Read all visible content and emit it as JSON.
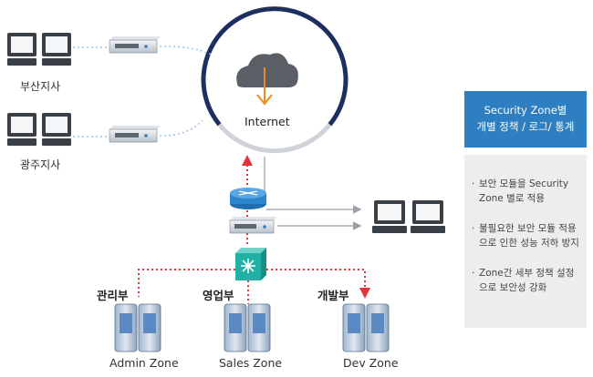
{
  "diagram": {
    "internet_label": "Internet",
    "branches": [
      {
        "label": "부산지사"
      },
      {
        "label": "광주지사"
      }
    ],
    "departments": [
      {
        "dept": "관리부",
        "zone": "Admin Zone"
      },
      {
        "dept": "영업부",
        "zone": "Sales Zone"
      },
      {
        "dept": "개발부",
        "zone": "Dev Zone"
      }
    ]
  },
  "side_panel": {
    "header_line1": "Security Zone별",
    "header_line2": "개별 정책 / 로그/ 통계",
    "bullets": [
      {
        "dot": "·",
        "text": "보안 모듈을 Security\nZone 별로 적용"
      },
      {
        "dot": "·",
        "text": "불필요한 보안 모듈 적용\n으로 인한 성능 저하 방지"
      },
      {
        "dot": "·",
        "text": "Zone간 세부 정책 설정\n으로 보안성 강화"
      }
    ]
  },
  "colors": {
    "accent_blue": "#2d7fc1",
    "ring_navy": "#1d2f5e",
    "arrow_red": "#e0343c",
    "cloud_gray": "#5a5f66",
    "download_orange": "#f08a1c"
  }
}
